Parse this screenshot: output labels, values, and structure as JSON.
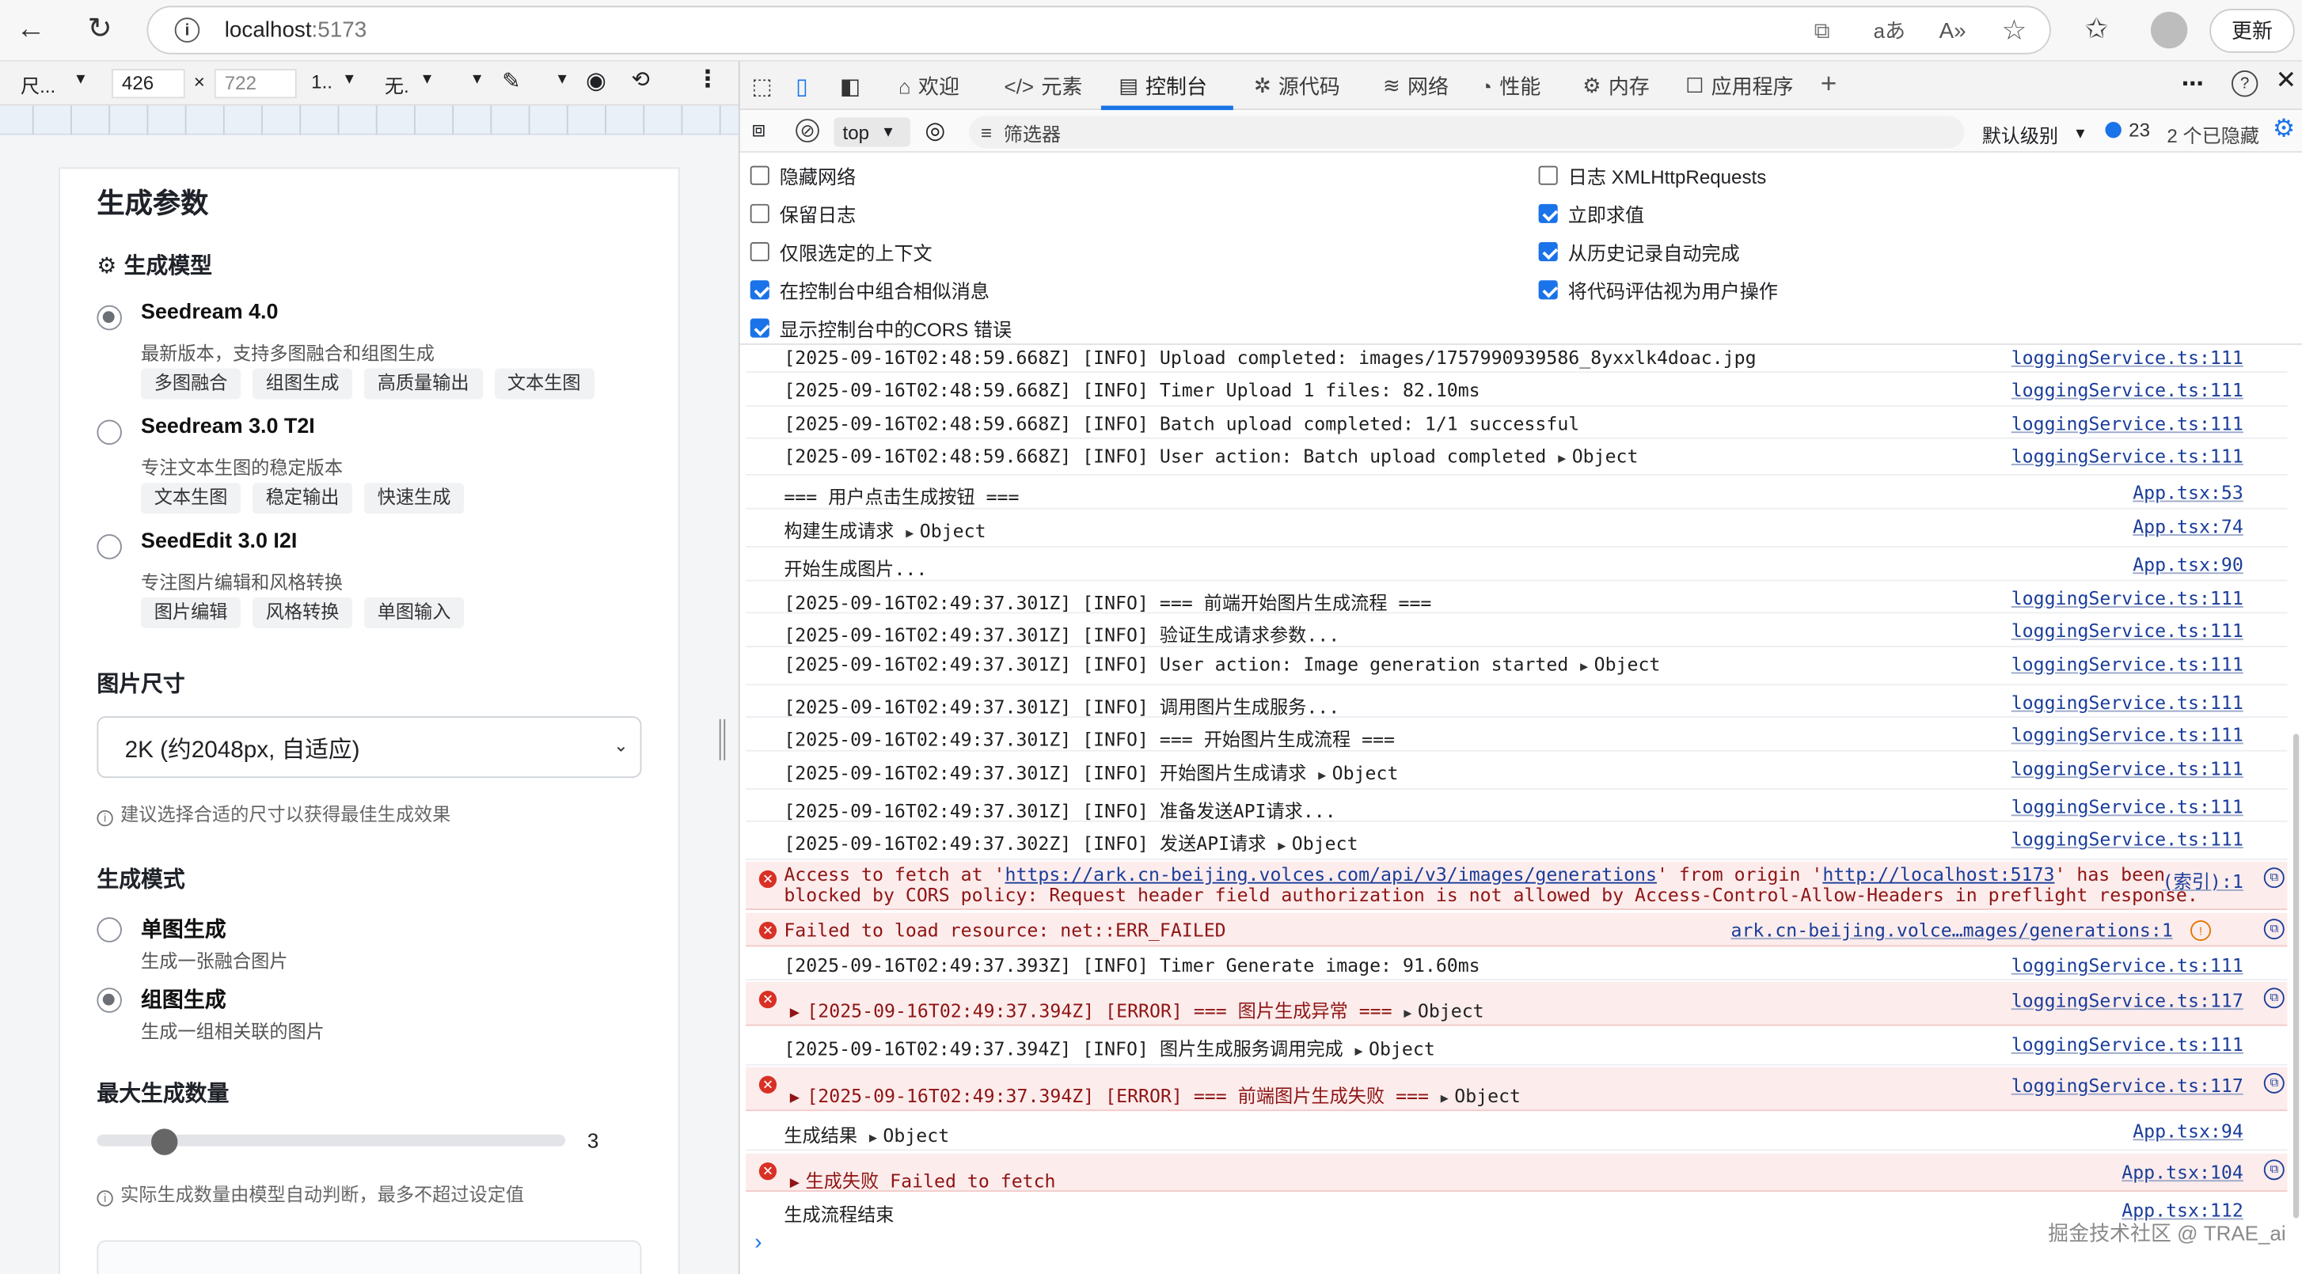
{
  "browser": {
    "url_host": "localhost",
    "url_port": ":5173",
    "update_label": "更新"
  },
  "device": {
    "dim_label": "尺...",
    "width": "426",
    "times": "×",
    "height": "722",
    "zoom": "1..",
    "throttle": "无."
  },
  "ruler_ticks": [
    22,
    48,
    74,
    100,
    126,
    152,
    178,
    204,
    230,
    256,
    282,
    308,
    334,
    360,
    386,
    412,
    438,
    464,
    490
  ],
  "form": {
    "title": "生成参数",
    "model_heading": "生成模型",
    "models": [
      {
        "name": "Seedream 4.0",
        "desc": "最新版本，支持多图融合和组图生成",
        "tags": [
          "多图融合",
          "组图生成",
          "高质量输出",
          "文本生图"
        ],
        "selected": true
      },
      {
        "name": "Seedream 3.0 T2I",
        "desc": "专注文本生图的稳定版本",
        "tags": [
          "文本生图",
          "稳定输出",
          "快速生成"
        ],
        "selected": false
      },
      {
        "name": "SeedEdit 3.0 I2I",
        "desc": "专注图片编辑和风格转换",
        "tags": [
          "图片编辑",
          "风格转换",
          "单图输入"
        ],
        "selected": false
      }
    ],
    "size_heading": "图片尺寸",
    "size_value": "2K (约2048px, 自适应)",
    "size_hint": "建议选择合适的尺寸以获得最佳生成效果",
    "mode_heading": "生成模式",
    "modes": [
      {
        "name": "单图生成",
        "desc": "生成一张融合图片",
        "selected": false
      },
      {
        "name": "组图生成",
        "desc": "生成一组相关联的图片",
        "selected": true
      }
    ],
    "max_heading": "最大生成数量",
    "max_value": 3,
    "max_range": [
      1,
      15
    ],
    "max_value_label": "3",
    "max_hint": "实际生成数量由模型自动判断，最多不超过设定值"
  },
  "devtools": {
    "tabs": [
      {
        "icon": "⌂",
        "label": "欢迎"
      },
      {
        "icon": "</>",
        "label": "元素"
      },
      {
        "icon": "▤",
        "label": "控制台"
      },
      {
        "icon": "✲",
        "label": "源代码"
      },
      {
        "icon": "≋",
        "label": "网络"
      },
      {
        "icon": "◔",
        "label": "性能"
      },
      {
        "icon": "⚙",
        "label": "内存"
      },
      {
        "icon": "☐",
        "label": "应用程序"
      }
    ],
    "context": "top",
    "filter_placeholder": "筛选器",
    "level_label": "默认级别",
    "issue_count": "23",
    "hidden_label": "2 个已隐藏",
    "settings_left": [
      {
        "label": "隐藏网络",
        "checked": false
      },
      {
        "label": "保留日志",
        "checked": false
      },
      {
        "label": "仅限选定的上下文",
        "checked": false
      },
      {
        "label": "在控制台中组合相似消息",
        "checked": true
      },
      {
        "label": "显示控制台中的CORS 错误",
        "checked": true
      }
    ],
    "settings_right": [
      {
        "label": "日志 XMLHttpRequests",
        "checked": false
      },
      {
        "label": "立即求值",
        "checked": true
      },
      {
        "label": "从历史记录自动完成",
        "checked": true
      },
      {
        "label": "将代码评估视为用户操作",
        "checked": true
      }
    ]
  },
  "console": {
    "rows": [
      {
        "text": "[2025-09-16T02:48:59.668Z] [INFO] Upload completed: images/1757990939586_8yxxlk4doac.jpg",
        "src": "loggingService.ts:111"
      },
      {
        "text": "[2025-09-16T02:48:59.668Z] [INFO] Timer Upload 1 files: 82.10ms",
        "src": "loggingService.ts:111"
      },
      {
        "text": "[2025-09-16T02:48:59.668Z] [INFO] Batch upload completed: 1/1 successful",
        "src": "loggingService.ts:111"
      },
      {
        "text": "[2025-09-16T02:48:59.668Z] [INFO] User action: Batch upload completed",
        "obj": "Object",
        "src": "loggingService.ts:111"
      },
      {
        "text": "=== 用户点击生成按钮 ===",
        "src": "App.tsx:53"
      },
      {
        "text": "构建生成请求",
        "obj": "Object",
        "src": "App.tsx:74"
      },
      {
        "text": "开始生成图片...",
        "src": "App.tsx:90"
      },
      {
        "text": "[2025-09-16T02:49:37.301Z] [INFO] === 前端开始图片生成流程 ===",
        "src": "loggingService.ts:111"
      },
      {
        "text": "[2025-09-16T02:49:37.301Z] [INFO] 验证生成请求参数...",
        "src": "loggingService.ts:111"
      },
      {
        "text": "[2025-09-16T02:49:37.301Z] [INFO] User action: Image generation started",
        "obj": "Object",
        "src": "loggingService.ts:111"
      },
      {
        "text": "[2025-09-16T02:49:37.301Z] [INFO] 调用图片生成服务...",
        "src": "loggingService.ts:111"
      },
      {
        "text": "[2025-09-16T02:49:37.301Z] [INFO] === 开始图片生成流程 ===",
        "src": "loggingService.ts:111"
      },
      {
        "text": "[2025-09-16T02:49:37.301Z] [INFO] 开始图片生成请求",
        "obj": "Object",
        "src": "loggingService.ts:111"
      },
      {
        "text": "[2025-09-16T02:49:37.301Z] [INFO] 准备发送API请求...",
        "src": "loggingService.ts:111"
      },
      {
        "text": "[2025-09-16T02:49:37.302Z] [INFO] 发送API请求",
        "obj": "Object",
        "src": "loggingService.ts:111"
      }
    ],
    "cors": {
      "a": "Access to fetch at '",
      "url": "https://ark.cn-beijing.volces.com/api/v3/images/generations",
      "b": "' from origin '",
      "origin": "http://localhost:5173",
      "c": "' has been",
      "line2": "blocked by CORS policy: Request header field authorization is not allowed by Access-Control-Allow-Headers in preflight response.",
      "src": "(索引):1"
    },
    "failed": {
      "text": "Failed to load resource: net::ERR_FAILED",
      "src": "ark.cn-beijing.volce…mages/generations:1"
    },
    "timer": {
      "text": "[2025-09-16T02:49:37.393Z] [INFO] Timer Generate image: 91.60ms",
      "src": "loggingService.ts:111"
    },
    "err1": {
      "text": "[2025-09-16T02:49:37.394Z] [ERROR] === 图片生成异常 ===",
      "obj": "Object",
      "src": "loggingService.ts:117"
    },
    "info2": {
      "text": "[2025-09-16T02:49:37.394Z] [INFO] 图片生成服务调用完成",
      "obj": "Object",
      "src": "loggingService.ts:111"
    },
    "err2": {
      "text": "[2025-09-16T02:49:37.394Z] [ERROR] === 前端图片生成失败 ===",
      "obj": "Object",
      "src": "loggingService.ts:117"
    },
    "result": {
      "text": "生成结果",
      "obj": "Object",
      "src": "App.tsx:94"
    },
    "err3": {
      "text": "生成失败 Failed to fetch",
      "src": "App.tsx:104"
    },
    "end": {
      "text": "生成流程结束",
      "src": "App.tsx:112"
    }
  },
  "watermark": "掘金技术社区 @ TRAE_ai"
}
